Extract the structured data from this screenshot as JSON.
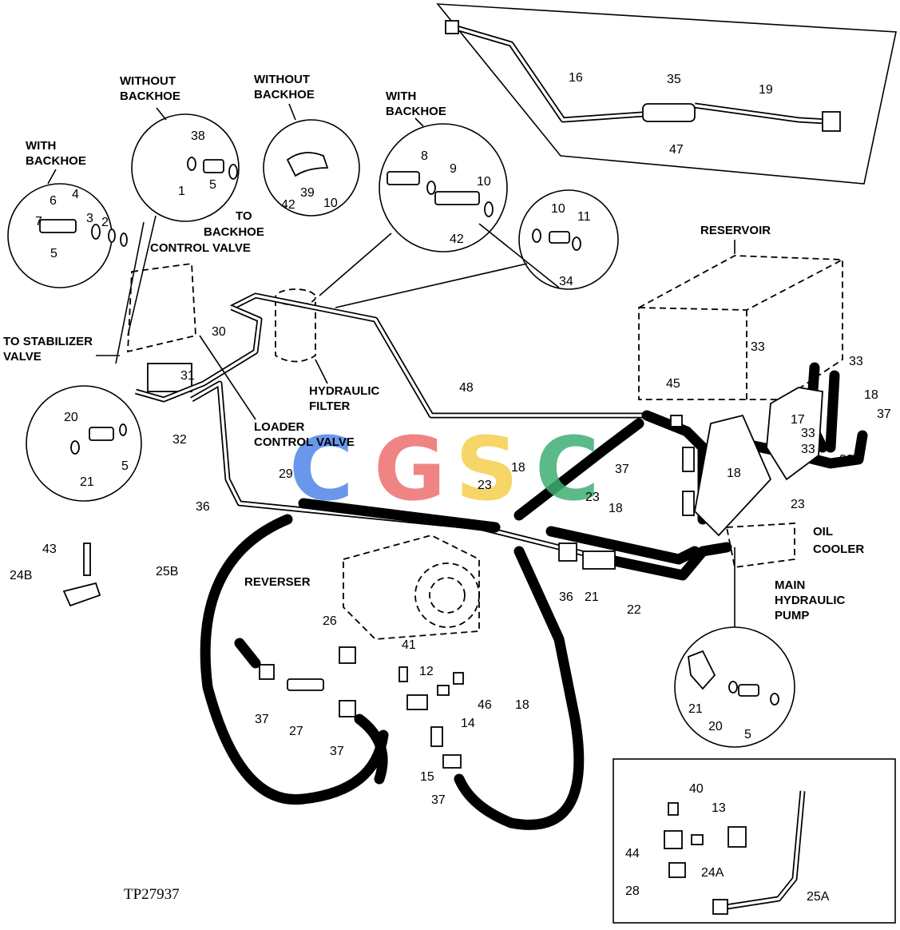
{
  "figure_id": "TP27937",
  "watermark": "CGSC",
  "watermark_colors": [
    "#4f86e8",
    "#ee6f6f",
    "#f5cf4d",
    "#3fae74"
  ],
  "labels": {
    "with_backhoe_left": [
      "WITH",
      "BACKHOE"
    ],
    "without_backhoe_1": [
      "WITHOUT",
      "BACKHOE"
    ],
    "without_backhoe_2": [
      "WITHOUT",
      "BACKHOE"
    ],
    "with_backhoe_right": [
      "WITH",
      "BACKHOE"
    ],
    "to_backhoe_control_valve": [
      "TO",
      "BACKHOE",
      "CONTROL VALVE"
    ],
    "to_stabilizer_valve": [
      "TO STABILIZER",
      "VALVE"
    ],
    "hydraulic_filter": [
      "HYDRAULIC",
      "FILTER"
    ],
    "loader_control_valve": [
      "LOADER",
      "CONTROL VALVE"
    ],
    "reservoir": "RESERVOIR",
    "oil_cooler": [
      "OIL",
      "COOLER"
    ],
    "main_hydraulic_pump": [
      "MAIN",
      "HYDRAULIC",
      "PUMP"
    ],
    "reverser": "REVERSER"
  },
  "callouts": [
    "1",
    "2",
    "3",
    "4",
    "5",
    "6",
    "7",
    "8",
    "9",
    "10",
    "11",
    "12",
    "13",
    "14",
    "15",
    "16",
    "17",
    "18",
    "19",
    "20",
    "21",
    "22",
    "23",
    "24A",
    "24B",
    "25A",
    "25B",
    "26",
    "27",
    "28",
    "29",
    "30",
    "31",
    "32",
    "33",
    "34",
    "35",
    "36",
    "37",
    "38",
    "39",
    "40",
    "41",
    "42",
    "43",
    "44",
    "45",
    "46",
    "47",
    "48"
  ]
}
